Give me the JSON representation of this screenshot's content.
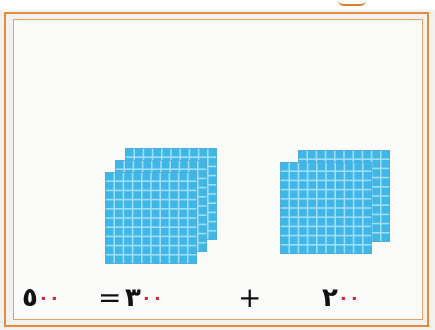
{
  "equation": {
    "result": {
      "digit": "٥",
      "zeros": "٠٠"
    },
    "equals": "=",
    "first": {
      "digit": "٣",
      "zeros": "٠٠"
    },
    "plus": "+",
    "second": {
      "digit": "٢",
      "zeros": "٠٠"
    }
  },
  "blocks": {
    "left_group_count": 3,
    "right_group_count": 2,
    "grid_units_per_side": 10
  },
  "colors": {
    "frame": "#e48a3c",
    "block_face": "#3fb6e8",
    "block_grid": "#9fdcf5",
    "zero_dots": "#d3263b"
  }
}
